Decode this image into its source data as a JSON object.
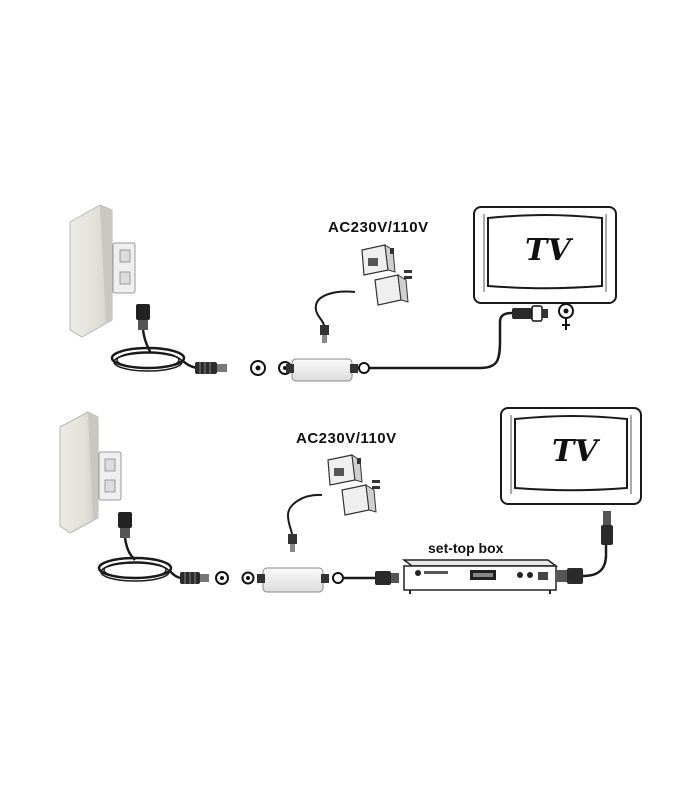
{
  "diagram": {
    "setups": [
      {
        "power_label": "AC230V/110V",
        "tv_label": "TV"
      },
      {
        "power_label": "AC230V/110V",
        "tv_label": "TV",
        "box_label": "set-top box"
      }
    ]
  }
}
